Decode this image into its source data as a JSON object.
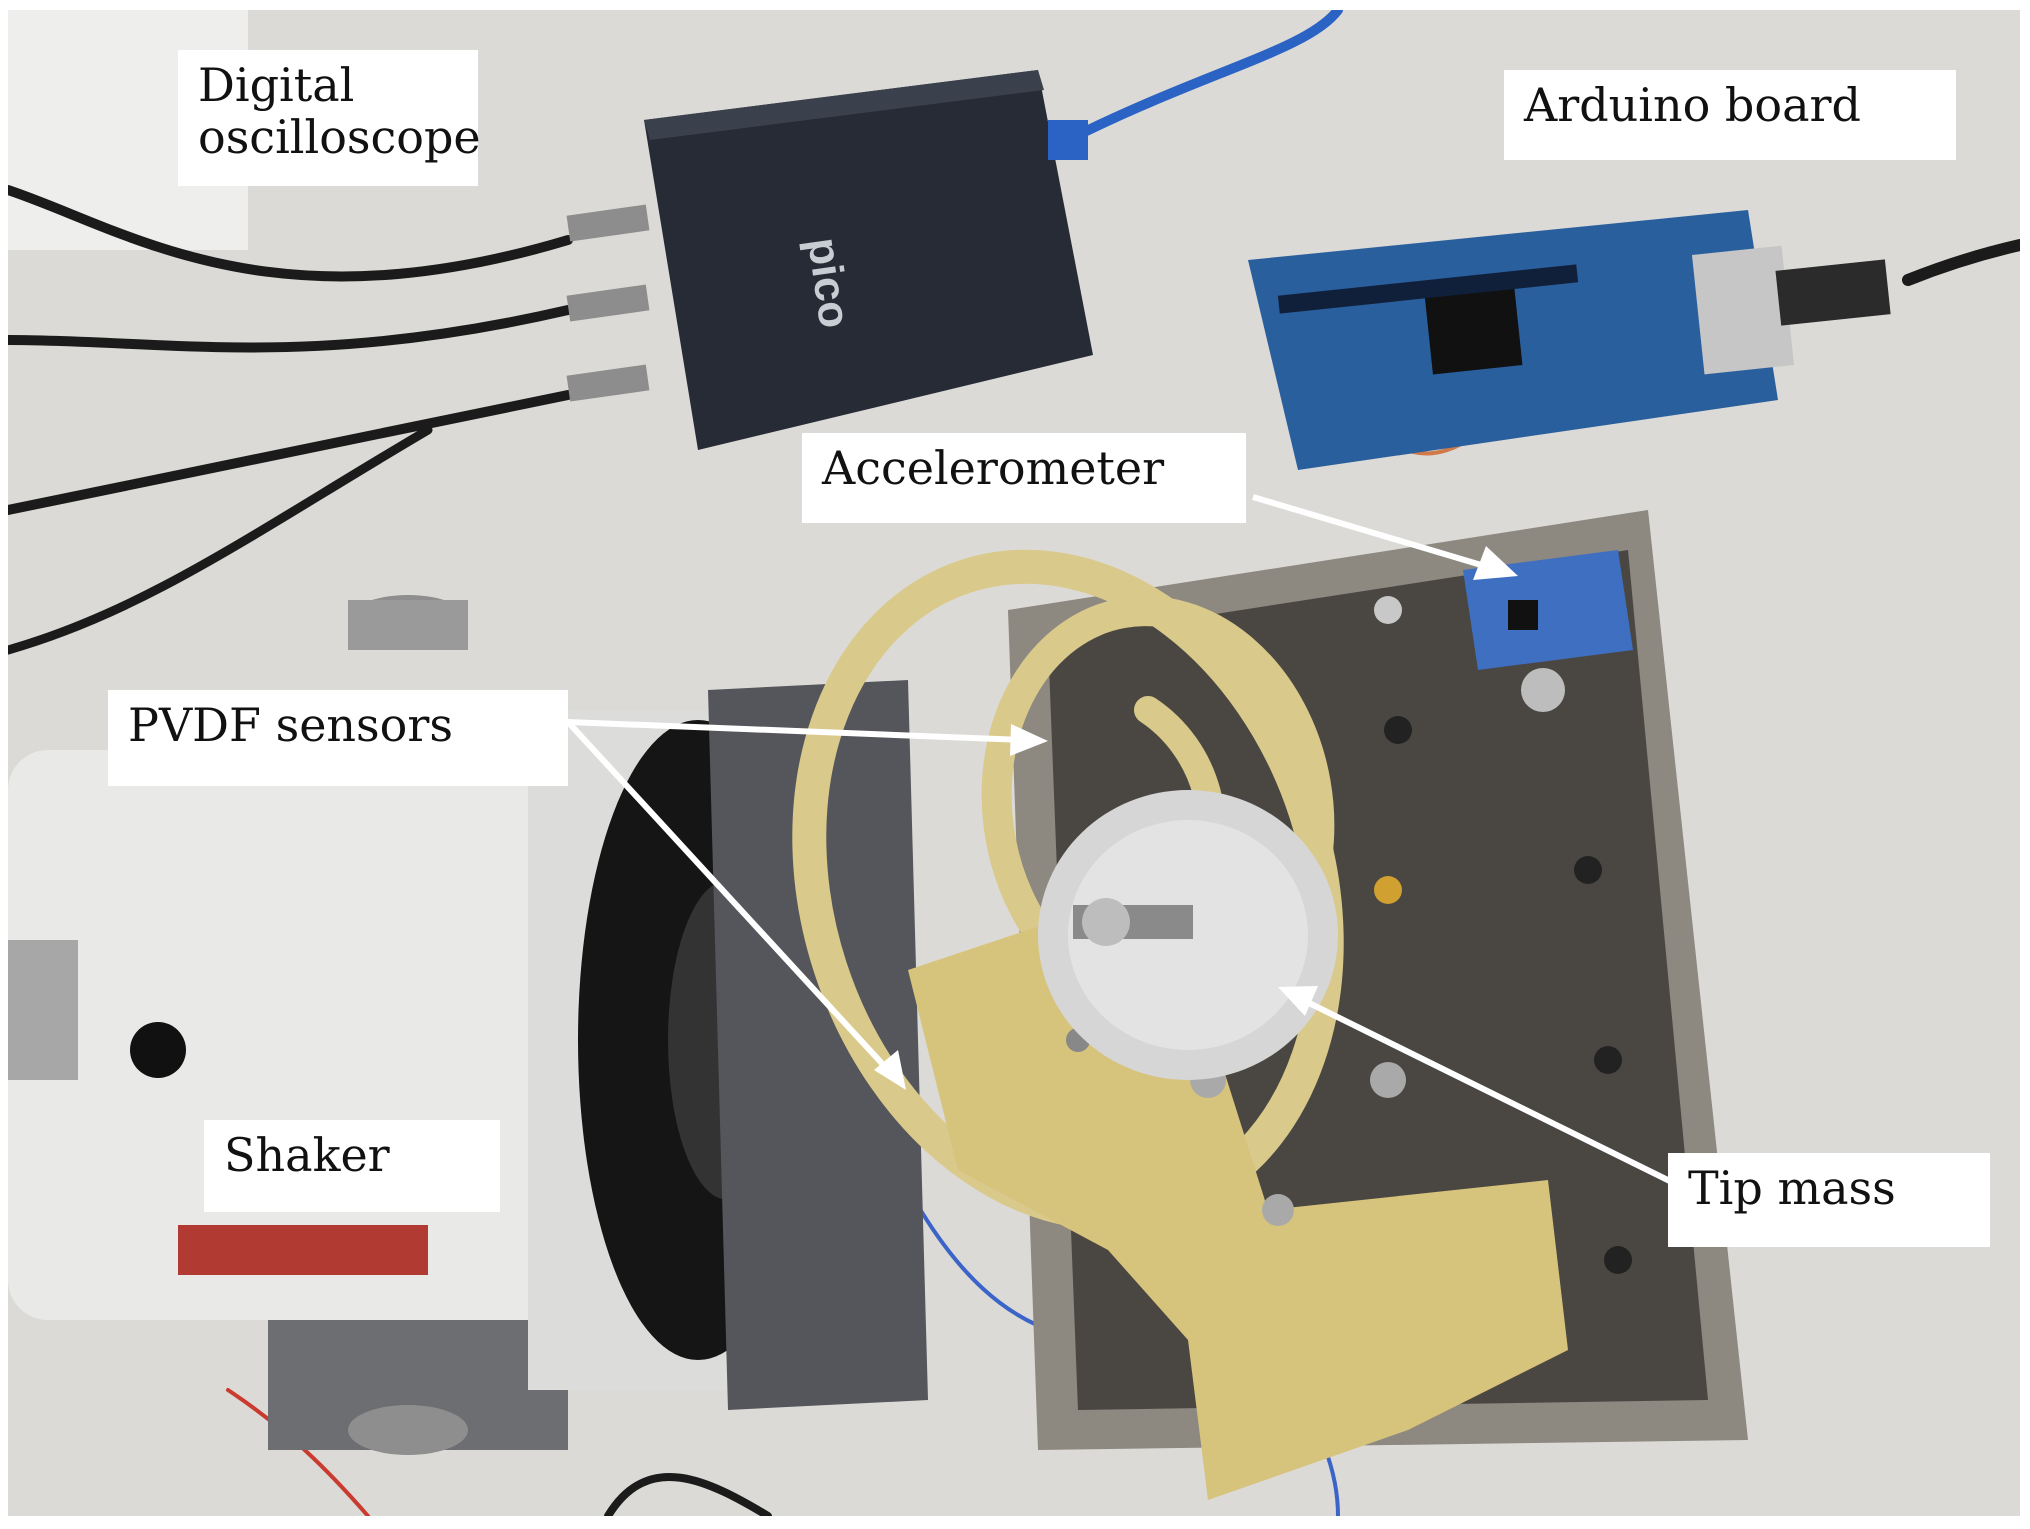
{
  "figure": {
    "labels": {
      "digital_oscilloscope": "Digital oscilloscope",
      "arduino_board": "Arduino board",
      "accelerometer": "Accelerometer",
      "pvdf_sensors": "PVDF sensors",
      "shaker": "Shaker",
      "tip_mass": "Tip mass"
    },
    "device_marking": "pico",
    "colors": {
      "bench": "#dcdad6",
      "fixture_plate": "#4a4742",
      "shaker_body": "#e9e9e7",
      "printed_part": "#d9c98a",
      "arduino_pcb": "#2a5f9e",
      "oscilloscope": "#262b36",
      "arrow": "#ffffff"
    }
  }
}
